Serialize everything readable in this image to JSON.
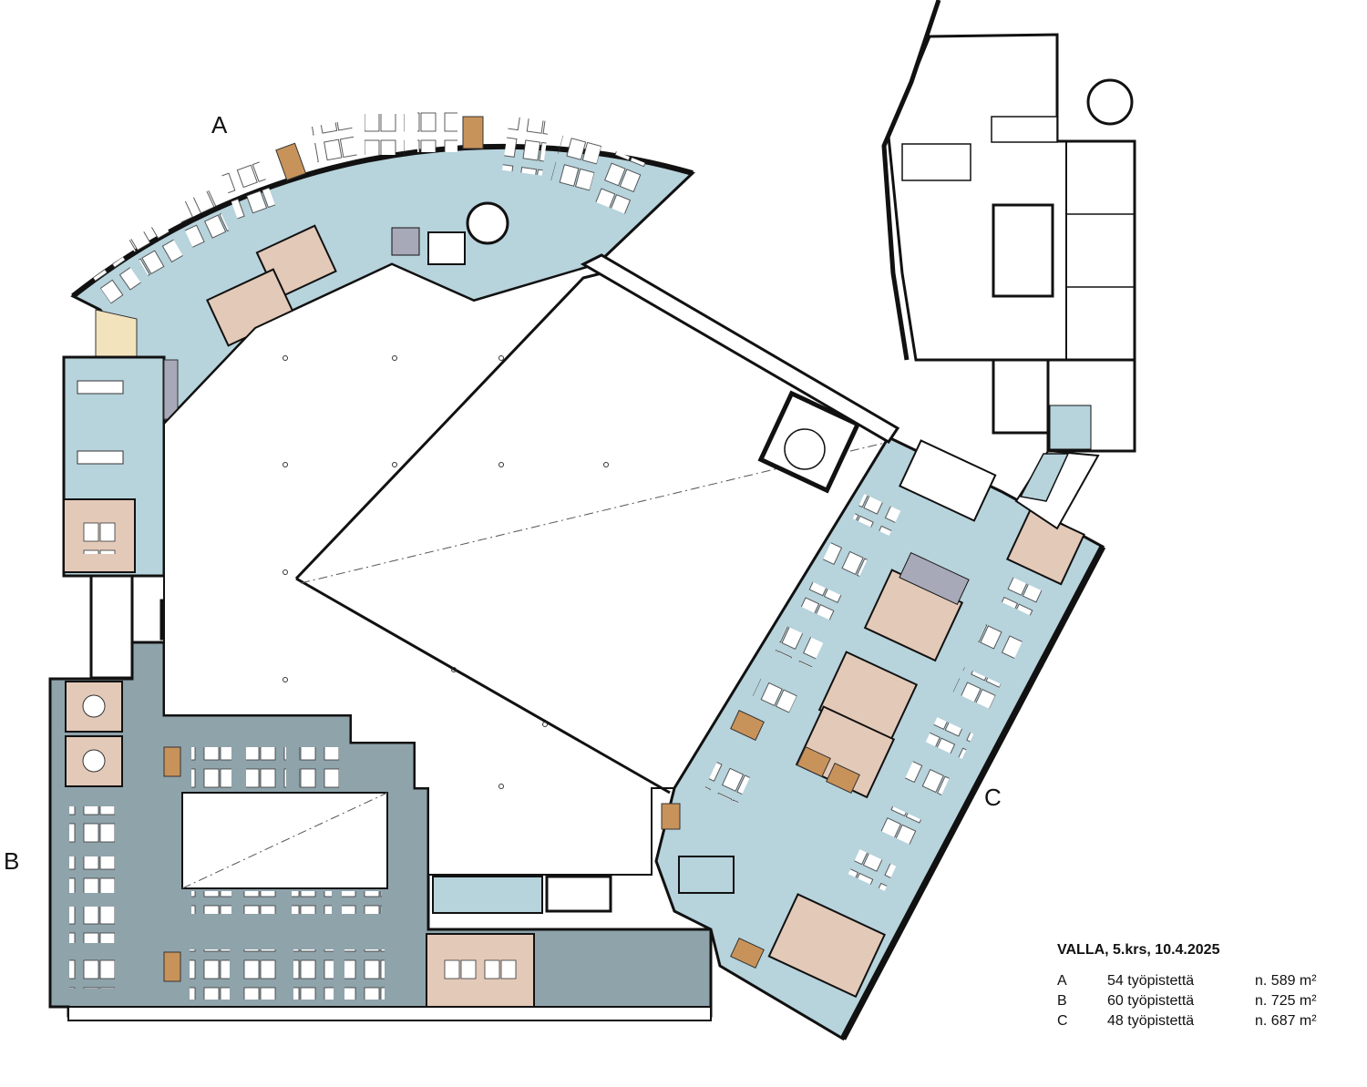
{
  "zones": [
    {
      "letter": "A",
      "workstations": "54 työpistettä",
      "area": "n. 589 m²"
    },
    {
      "letter": "B",
      "workstations": "60 työpistettä",
      "area": "n. 725 m²"
    },
    {
      "letter": "C",
      "workstations": "48 työpistettä",
      "area": "n. 687 m²"
    }
  ],
  "legend": {
    "title": "VALLA, 5.krs, 10.4.2025"
  },
  "colors": {
    "zone_a_fill": "#b7d3dc",
    "zone_b_fill": "#8fa3ab",
    "zone_c_fill": "#b7d3dc",
    "meeting_room_fill": "#e3c9b8",
    "service_fill": "#a7a9b8",
    "lounge_fill": "#f3e3bd",
    "wall_stroke": "#111111"
  }
}
